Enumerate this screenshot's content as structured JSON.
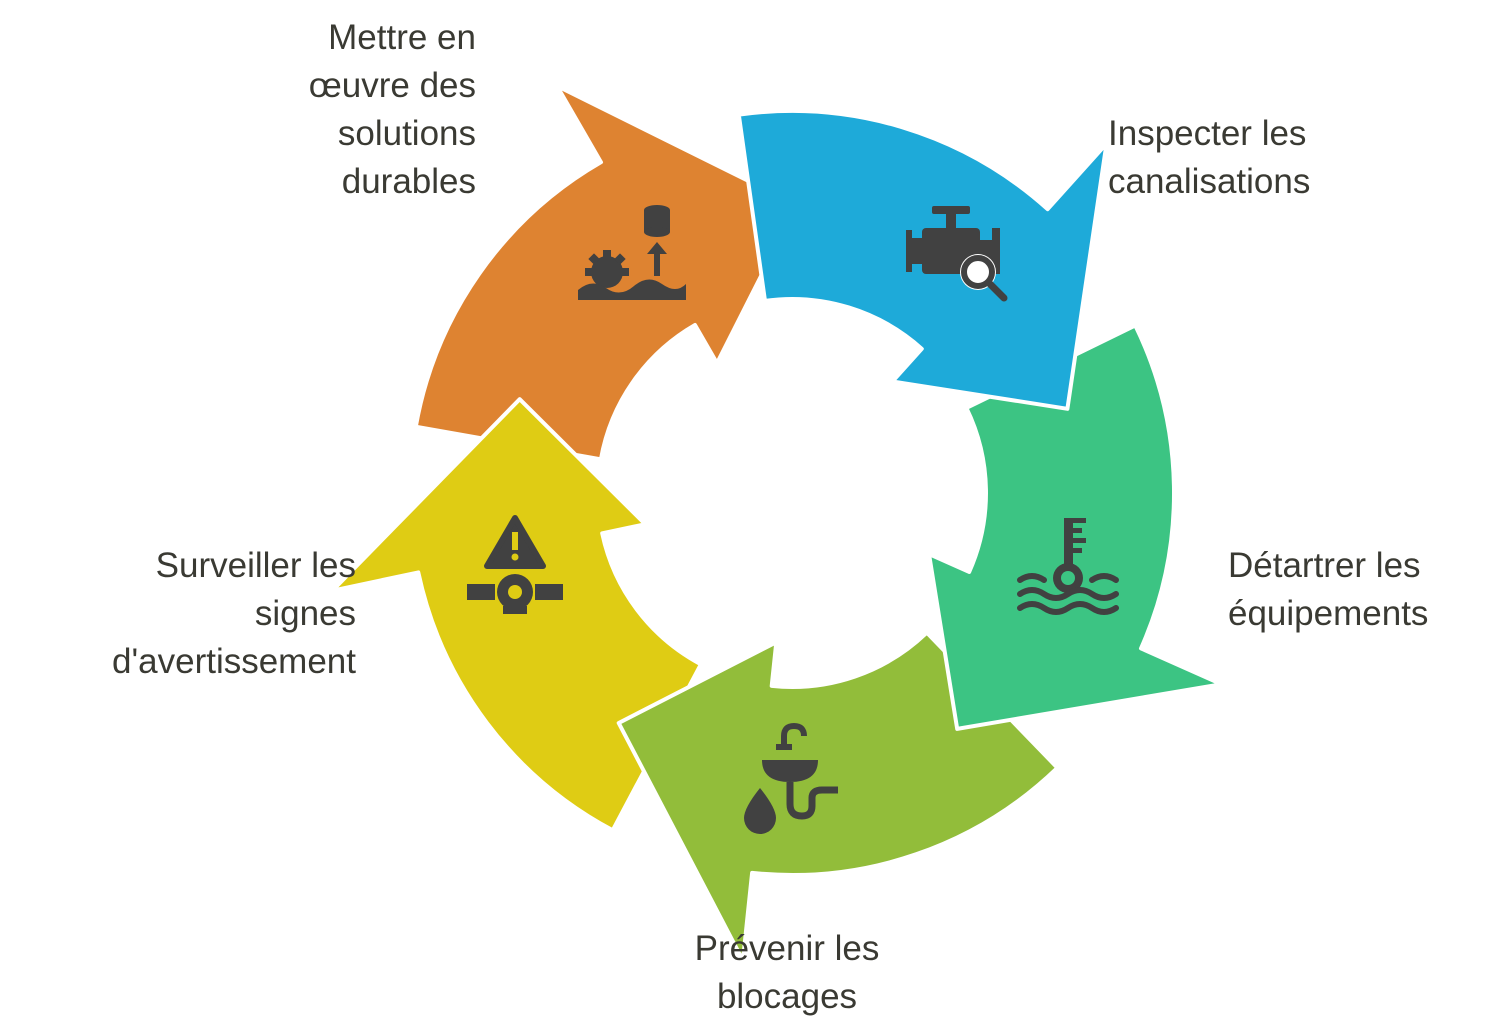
{
  "steps": [
    {
      "id": "inspect",
      "lines": [
        "Inspecter les",
        "canalisations"
      ],
      "color": "#1eaad9",
      "icon": "engine-inspect-icon"
    },
    {
      "id": "descale",
      "lines": [
        "Détartrer les",
        "équipements"
      ],
      "color": "#3cc483",
      "icon": "thermometer-water-icon"
    },
    {
      "id": "prevent",
      "lines": [
        "Prévenir les",
        "blocages"
      ],
      "color": "#92bd3a",
      "icon": "sink-drop-icon"
    },
    {
      "id": "monitor",
      "lines": [
        "Surveiller les",
        "signes",
        "d'avertissement"
      ],
      "color": "#dfcc14",
      "icon": "warning-valve-icon"
    },
    {
      "id": "sustain",
      "lines": [
        "Mettre en",
        "œuvre des",
        "solutions",
        "durables"
      ],
      "color": "#de8331",
      "icon": "sustainable-solutions-icon"
    }
  ],
  "icon_color": "#414141"
}
